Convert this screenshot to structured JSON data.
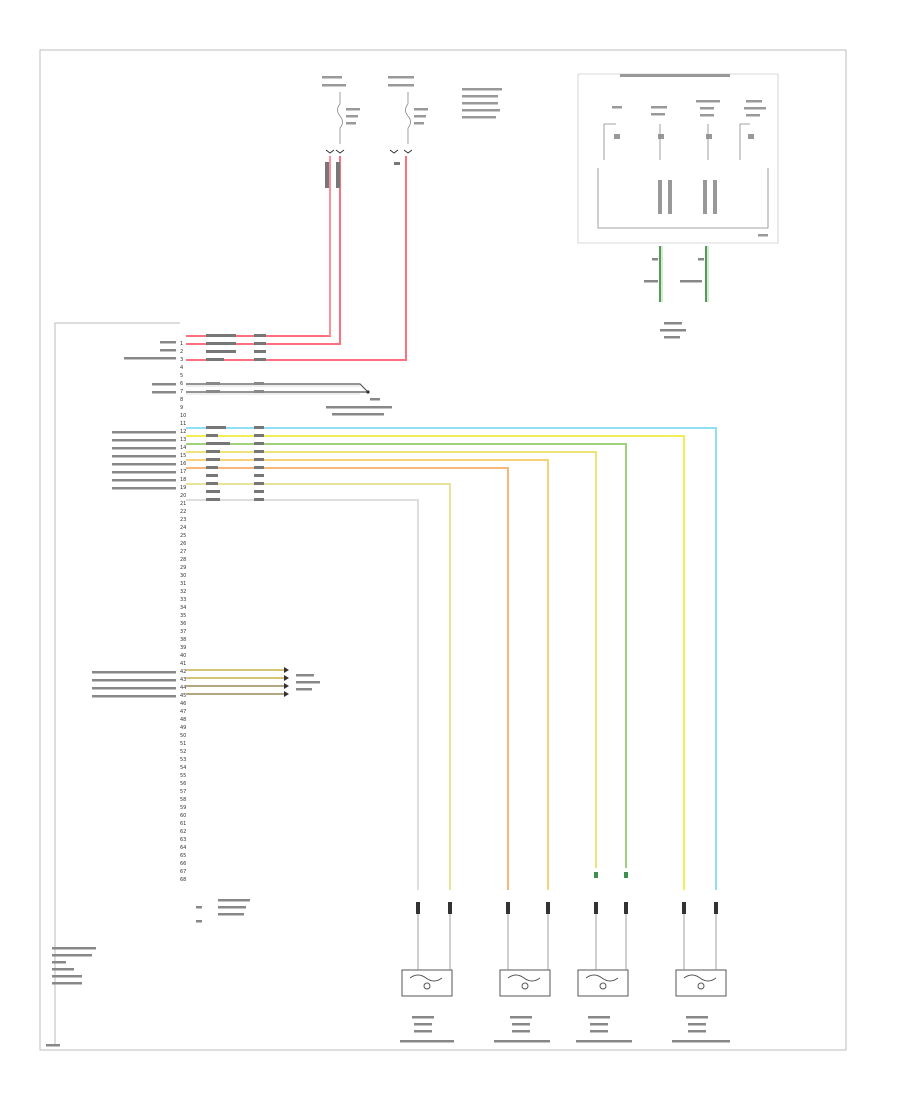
{
  "diagram": {
    "type": "wiring-schematic",
    "page_label": "",
    "module_label": [
      "ELECTRONIC BRAKE",
      "CONTROL MODULE",
      "(EBCM)",
      "(LEFT SIDE OF",
      "ENGINE COMPARTMENT,",
      "FRONT OF FRAME)"
    ],
    "wire_colors": {
      "red": "#ff6f7d",
      "pink": "#ff9aa8",
      "cyan": "#8fe0f2",
      "yellow": "#f2ee58",
      "green": "#9fd07e",
      "orange": "#f7b77a",
      "tan": "#f0cf8a",
      "white": "#dedede",
      "dark_green": "#3f8f4d",
      "black": "#222222"
    },
    "icons": [
      "wheel-speed-sensor-icon",
      "ground-icon",
      "splice-icon"
    ]
  }
}
